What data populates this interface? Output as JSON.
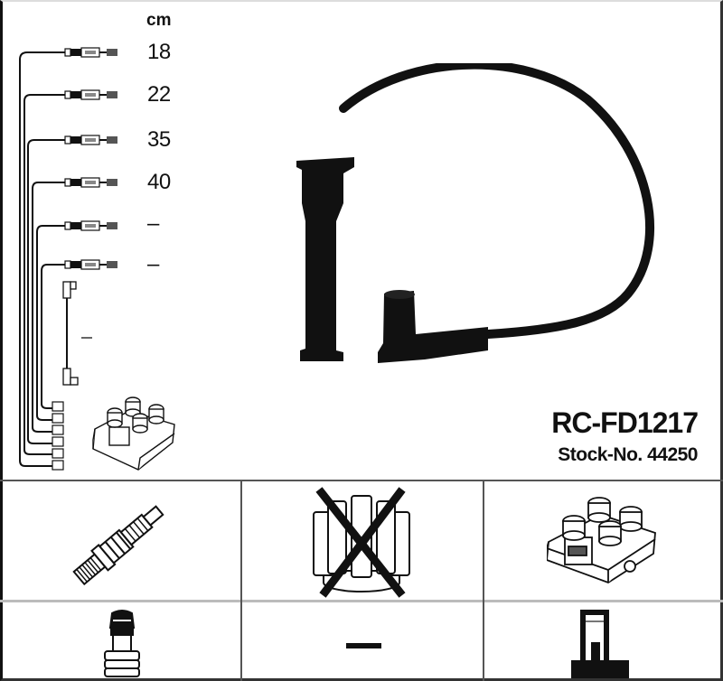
{
  "header": {
    "unit_label": "cm"
  },
  "cable_lengths": [
    {
      "cable": 1,
      "length": "18"
    },
    {
      "cable": 2,
      "length": "22"
    },
    {
      "cable": 3,
      "length": "35"
    },
    {
      "cable": 4,
      "length": "40"
    },
    {
      "cable": 5,
      "length": "–"
    },
    {
      "cable": 6,
      "length": "–"
    },
    {
      "cable": 7,
      "length": "–"
    }
  ],
  "product": {
    "part_number": "RC-FD1217",
    "stock_number": "Stock-No. 44250"
  },
  "application_grid": {
    "row1": [
      {
        "icon": "spark-plug-icon",
        "status": "applicable"
      },
      {
        "icon": "distributor-cap-icon",
        "status": "not-applicable (crossed out)"
      },
      {
        "icon": "ignition-coil-icon",
        "status": "applicable"
      }
    ],
    "row2": [
      {
        "icon": "plug-connector-icon",
        "status": "applicable"
      },
      {
        "icon": "dash-icon",
        "status": "none",
        "text": "—"
      },
      {
        "icon": "coil-connector-icon",
        "status": "applicable"
      }
    ]
  },
  "colors": {
    "ink": "#111111",
    "grid": "#555555",
    "grid_light": "#bbbbbb"
  }
}
